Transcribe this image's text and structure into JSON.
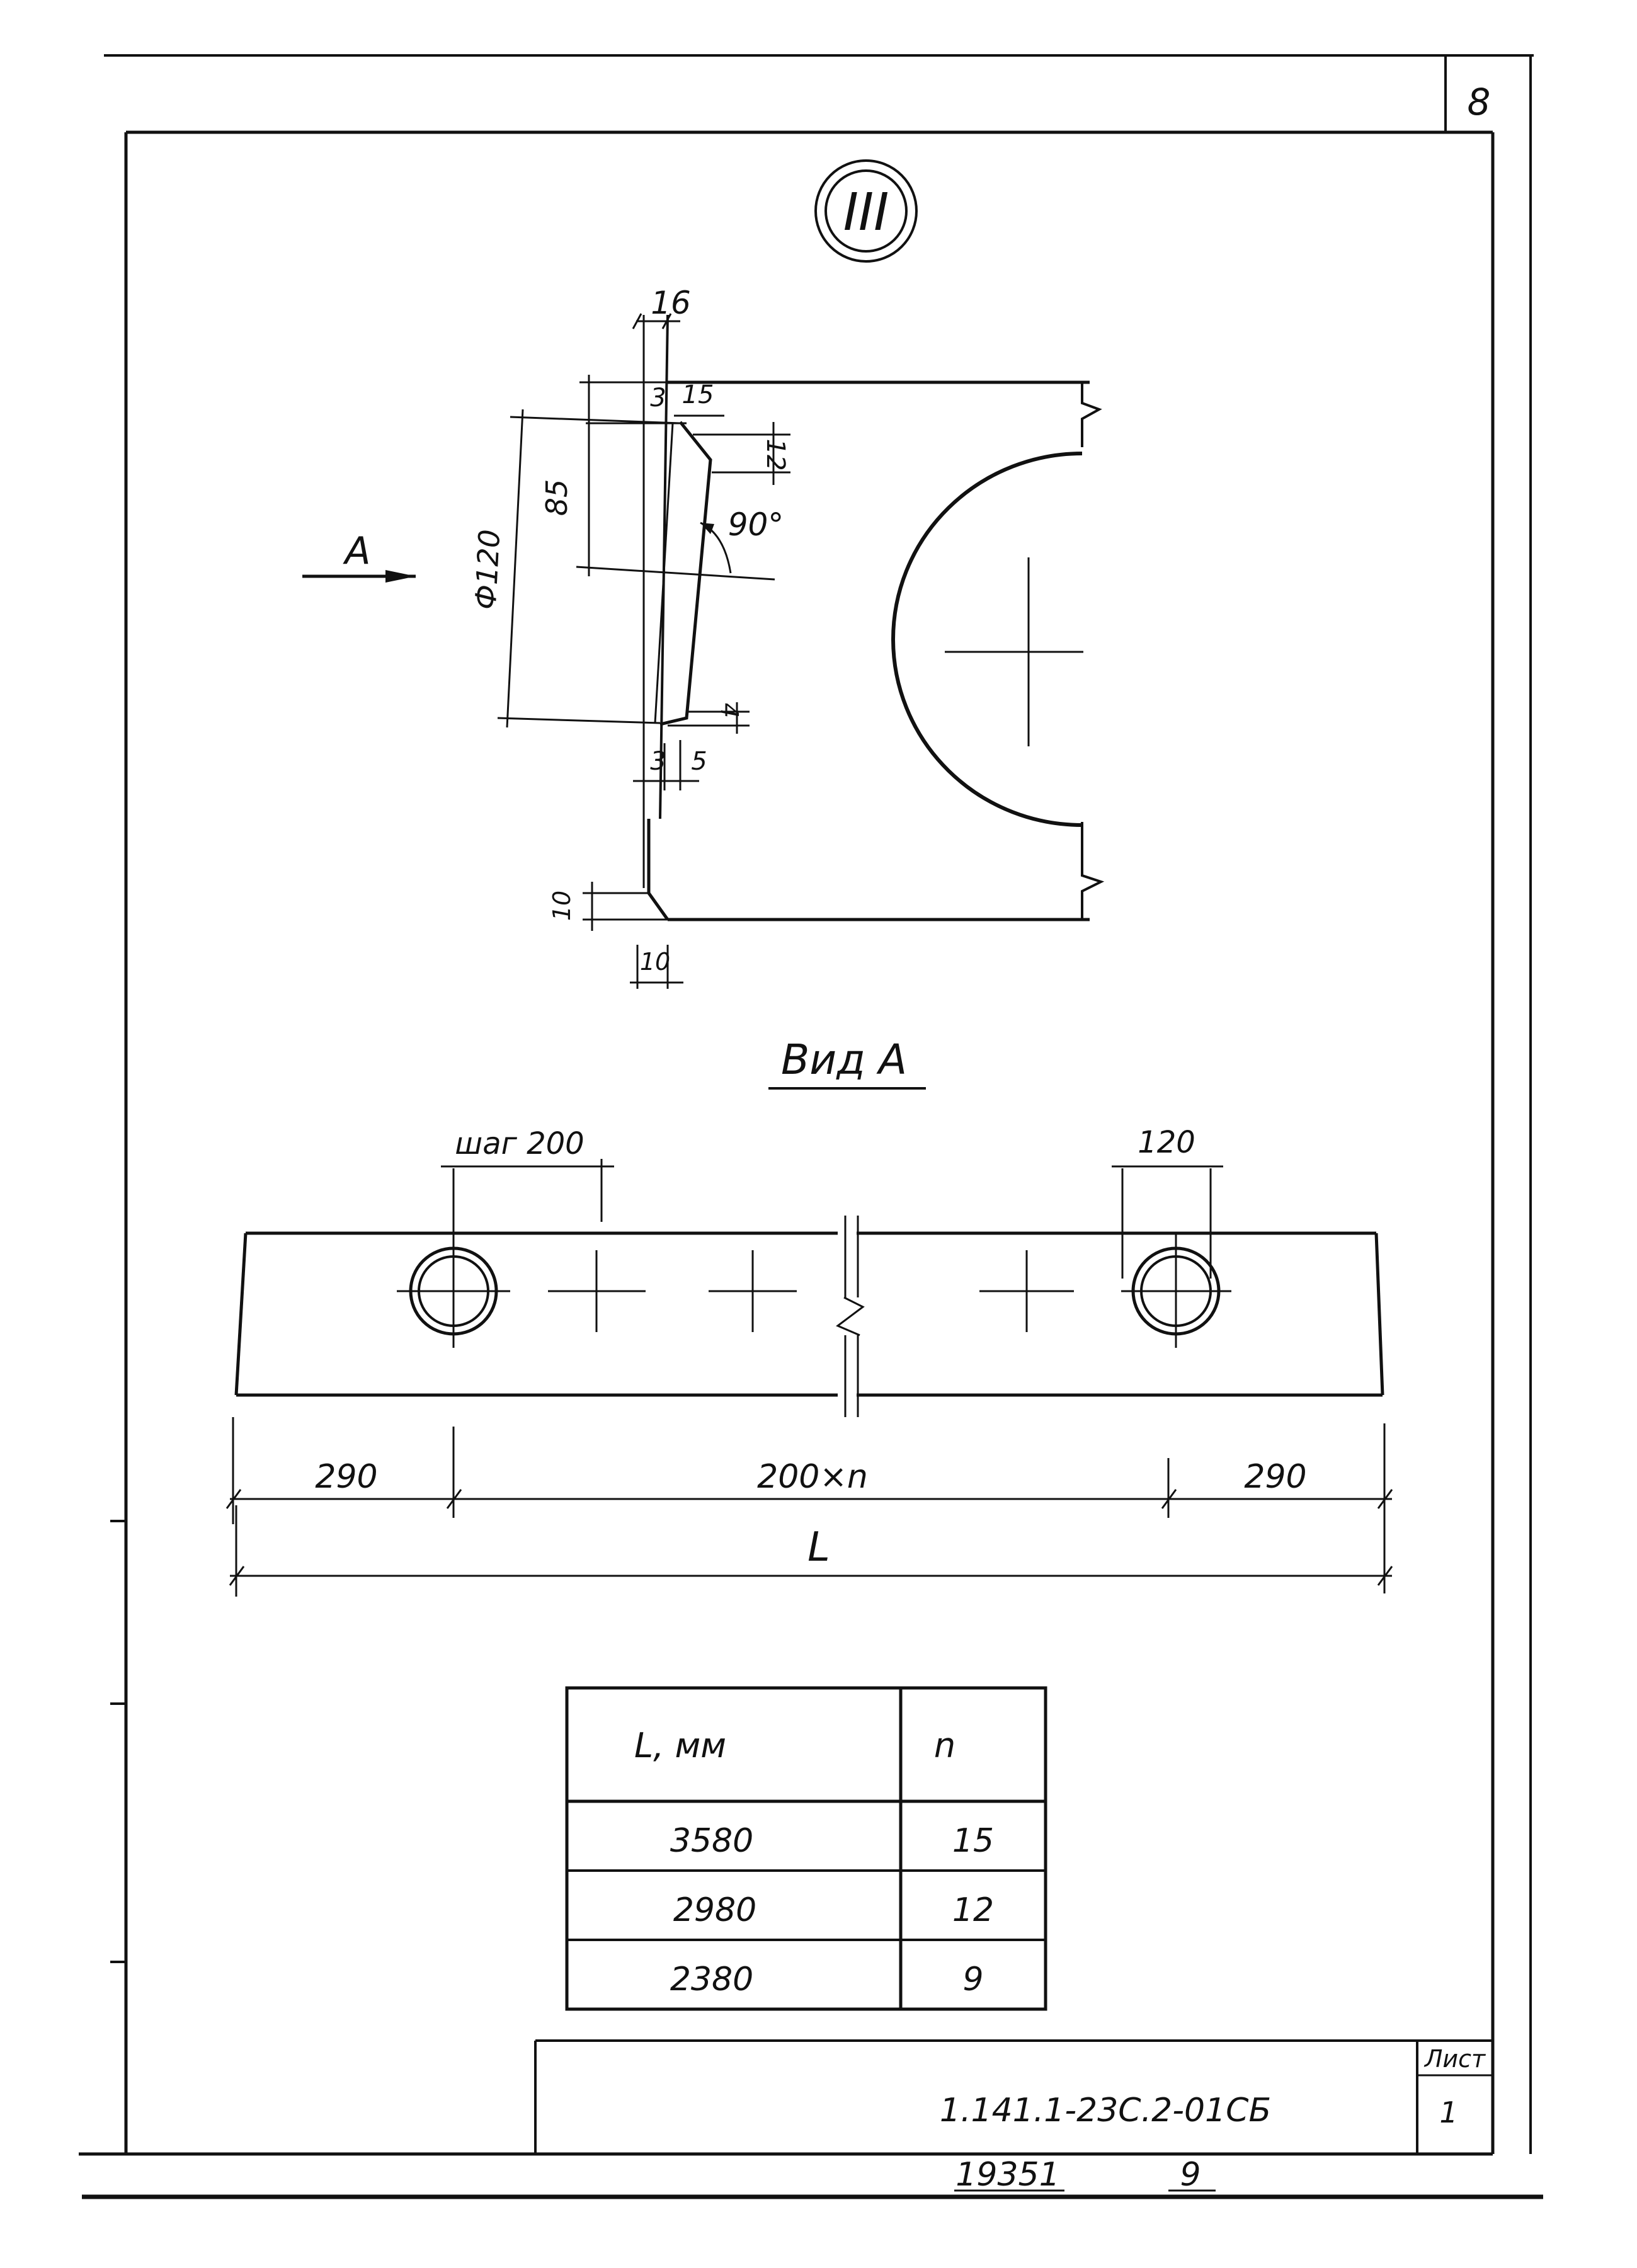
{
  "sheet": {
    "corner_number": "8",
    "detail_marker": "III",
    "section_title": "Вид А",
    "arrow_label": "А",
    "stamp": {
      "doc_code": "1.141.1-23С.2-01СБ",
      "sheet_header": "Лист",
      "sheet_number": "1"
    },
    "archive_number": "19351",
    "archive_page": "9"
  },
  "section_dims": {
    "top_width": "16",
    "top_left": "3",
    "top_right": "15",
    "bevel": "12",
    "length": "85",
    "diameter": "Ф120",
    "angle": "90°",
    "bottom_gap": "4",
    "bottom_left": "3",
    "bottom_right": "5",
    "corner_vertical": "10",
    "corner_horizontal": "10"
  },
  "view_dims": {
    "pitch": "шаг 200",
    "hole_dia": "120",
    "left_end": "290",
    "middle": "200×n",
    "right_end": "290",
    "total": "L"
  },
  "table": {
    "headers": [
      "L, мм",
      "n"
    ],
    "rows": [
      [
        "3580",
        "15"
      ],
      [
        "2980",
        "12"
      ],
      [
        "2380",
        "9"
      ]
    ]
  }
}
